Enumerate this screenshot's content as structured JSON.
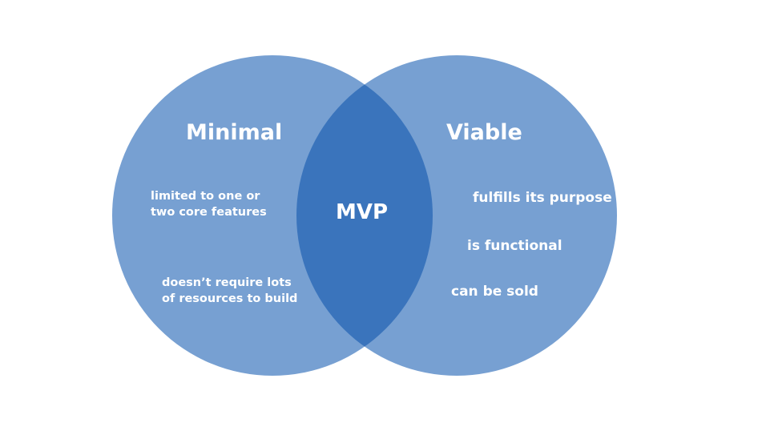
{
  "colors": {
    "circle": "#77A0D2",
    "overlap": "#3A74BC",
    "text": "#FFFFFF"
  },
  "left": {
    "title": "Minimal",
    "items": [
      "limited to one or two core features",
      "doesn’t require lots of resources to build"
    ]
  },
  "right": {
    "title": "Viable",
    "items": [
      "fulfills its purpose",
      "is functional",
      "can be sold"
    ]
  },
  "center": {
    "label": "MVP"
  }
}
